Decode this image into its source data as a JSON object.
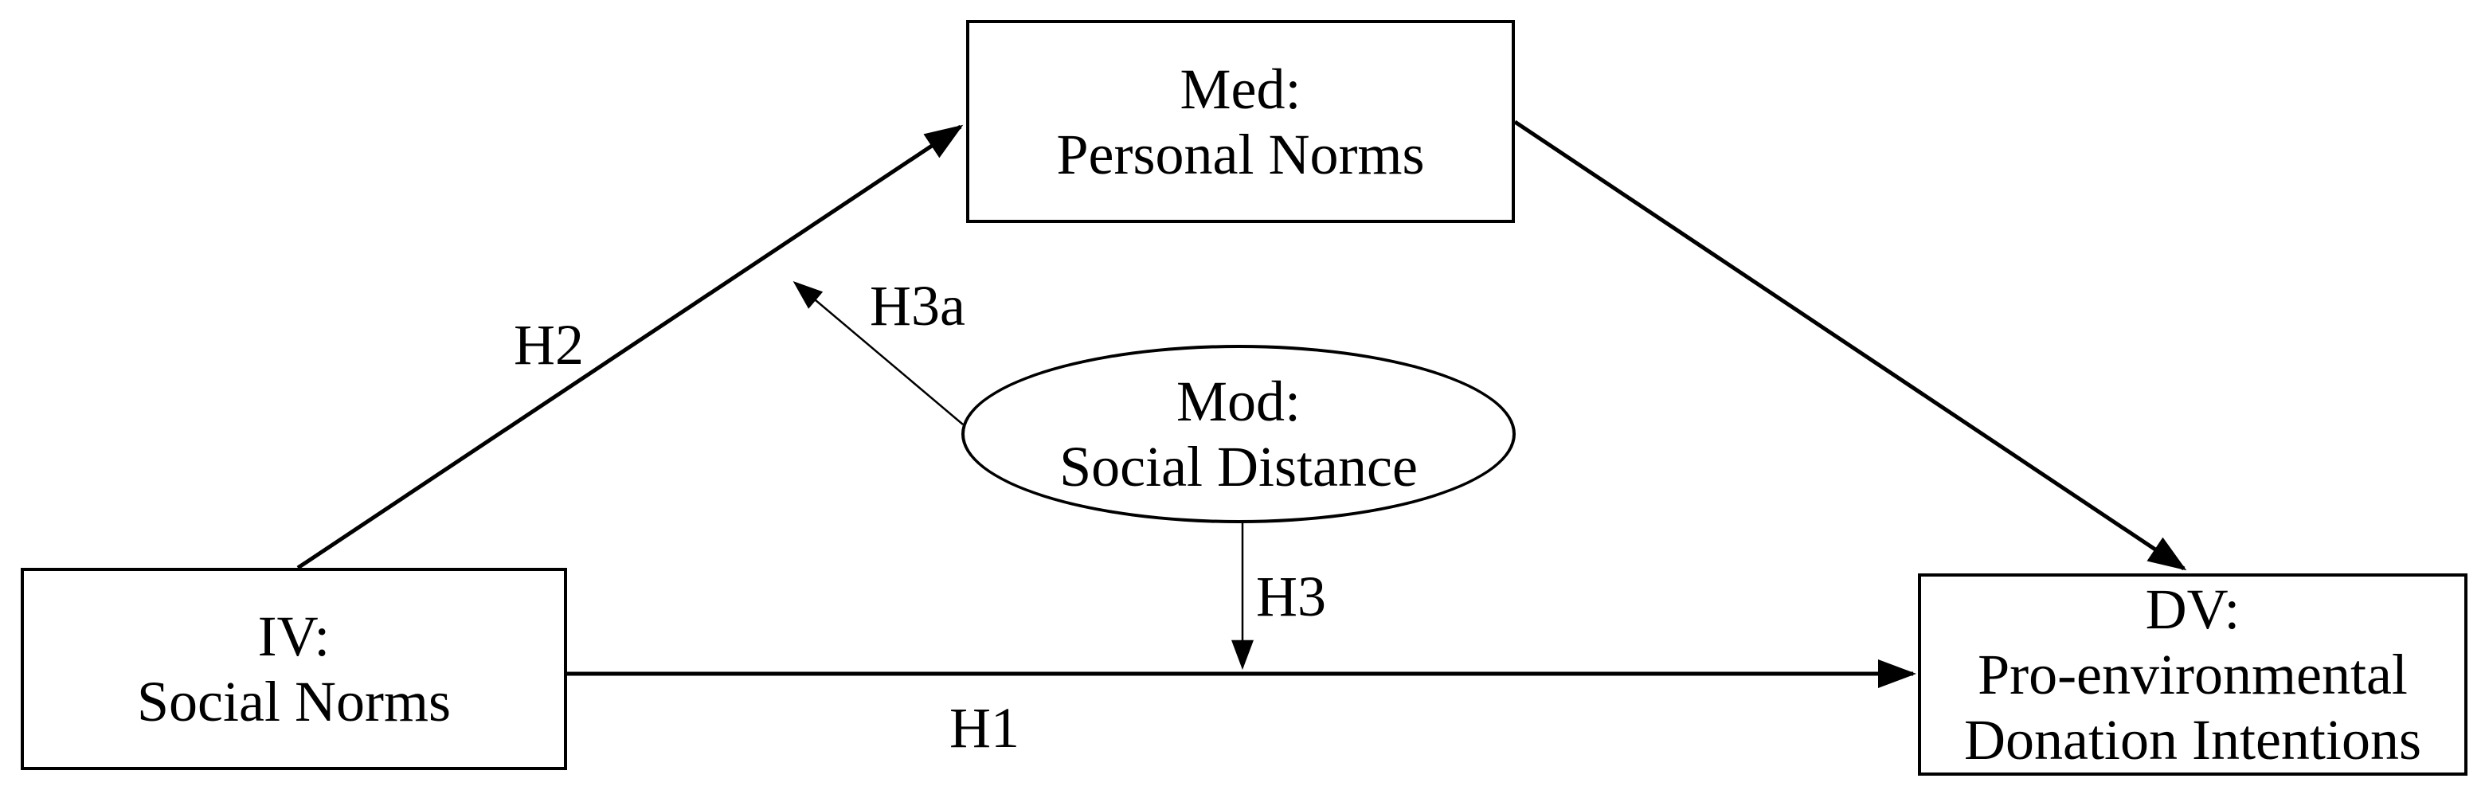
{
  "diagram": {
    "background_color": "#ffffff",
    "line_color": "#000000",
    "nodes": {
      "mediator": {
        "shape": "rectangle",
        "lines": [
          "Med:",
          "Personal Norms"
        ]
      },
      "moderator": {
        "shape": "ellipse",
        "lines": [
          "Mod:",
          "Social Distance"
        ]
      },
      "independent": {
        "shape": "rectangle",
        "lines": [
          "IV:",
          "Social Norms"
        ]
      },
      "dependent": {
        "shape": "rectangle",
        "lines": [
          "DV:",
          "Pro-environmental",
          "Donation Intentions"
        ]
      }
    },
    "edges": [
      {
        "label": "H2",
        "from": "IV: Social Norms",
        "to": "Med: Personal Norms",
        "style": "thick-arrow"
      },
      {
        "label": "",
        "from": "Med: Personal Norms",
        "to": "DV: Pro-environmental Donation Intentions",
        "style": "thick-arrow"
      },
      {
        "label": "H1",
        "from": "IV: Social Norms",
        "to": "DV: Pro-environmental Donation Intentions",
        "style": "thick-arrow"
      },
      {
        "label": "H3",
        "from": "Mod: Social Distance",
        "to": "H1 path (IV to DV)",
        "style": "thin-arrow"
      },
      {
        "label": "H3a",
        "from": "Mod: Social Distance",
        "to": "H2 path (IV to Med)",
        "style": "thin-arrow"
      }
    ]
  }
}
